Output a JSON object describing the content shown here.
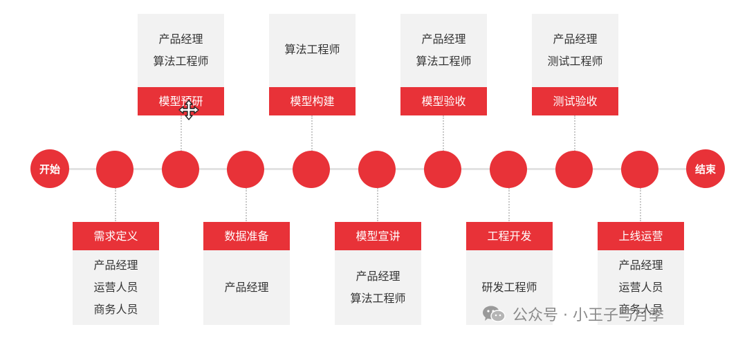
{
  "flow": {
    "start": "开始",
    "end": "结束"
  },
  "top_cards": [
    {
      "people": [
        "产品经理",
        "算法工程师"
      ],
      "stage": "模型预研"
    },
    {
      "people": [
        "算法工程师"
      ],
      "stage": "模型构建"
    },
    {
      "people": [
        "产品经理",
        "算法工程师"
      ],
      "stage": "模型验收"
    },
    {
      "people": [
        "产品经理",
        "测试工程师"
      ],
      "stage": "测试验收"
    }
  ],
  "bottom_cards": [
    {
      "stage": "需求定义",
      "people": [
        "产品经理",
        "运营人员",
        "商务人员"
      ]
    },
    {
      "stage": "数据准备",
      "people": [
        "产品经理"
      ]
    },
    {
      "stage": "模型宣讲",
      "people": [
        "产品经理",
        "算法工程师"
      ]
    },
    {
      "stage": "工程开发",
      "people": [
        "研发工程师"
      ]
    },
    {
      "stage": "上线运营",
      "people": [
        "产品经理",
        "运营人员",
        "商务人员"
      ]
    }
  ],
  "watermark": {
    "text": "公众号 · 小王子与月季",
    "icon": "wechat-icon"
  },
  "colors": {
    "accent": "#e83238",
    "card_bg": "#f2f2f2",
    "line": "#e2e2e2"
  }
}
